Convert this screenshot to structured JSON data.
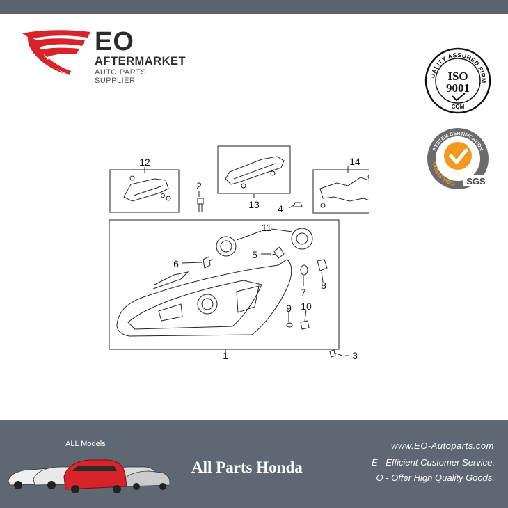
{
  "brand": {
    "name": "EO",
    "line1": "AFTERMARKET",
    "line2": "AUTO PARTS SUPPLIER",
    "accent_color": "#d8232a"
  },
  "badges": {
    "iso_ring_text": "QUALITY ASSURED FIRM",
    "iso_main": "ISO",
    "iso_number": "9001",
    "iso_sub": "CQM",
    "ohsas_ring_text": "SYSTEM CERTIFICATION",
    "ohsas_text": "OHSAS 18001",
    "sgs_text": "SGS",
    "ohsas_color": "#f39a1e"
  },
  "diagram": {
    "callouts": [
      "1",
      "2",
      "3",
      "4",
      "5",
      "6",
      "7",
      "8",
      "9",
      "10",
      "11",
      "12",
      "13",
      "14"
    ]
  },
  "footer": {
    "models_label": "ALL Models",
    "title": "All Parts Honda",
    "website": "www.EO-Autoparts.com",
    "slogan_e": "E - Efficient Customer Service.",
    "slogan_o": "O - Offer High Quality Goods.",
    "bg_color": "#5d6872"
  }
}
